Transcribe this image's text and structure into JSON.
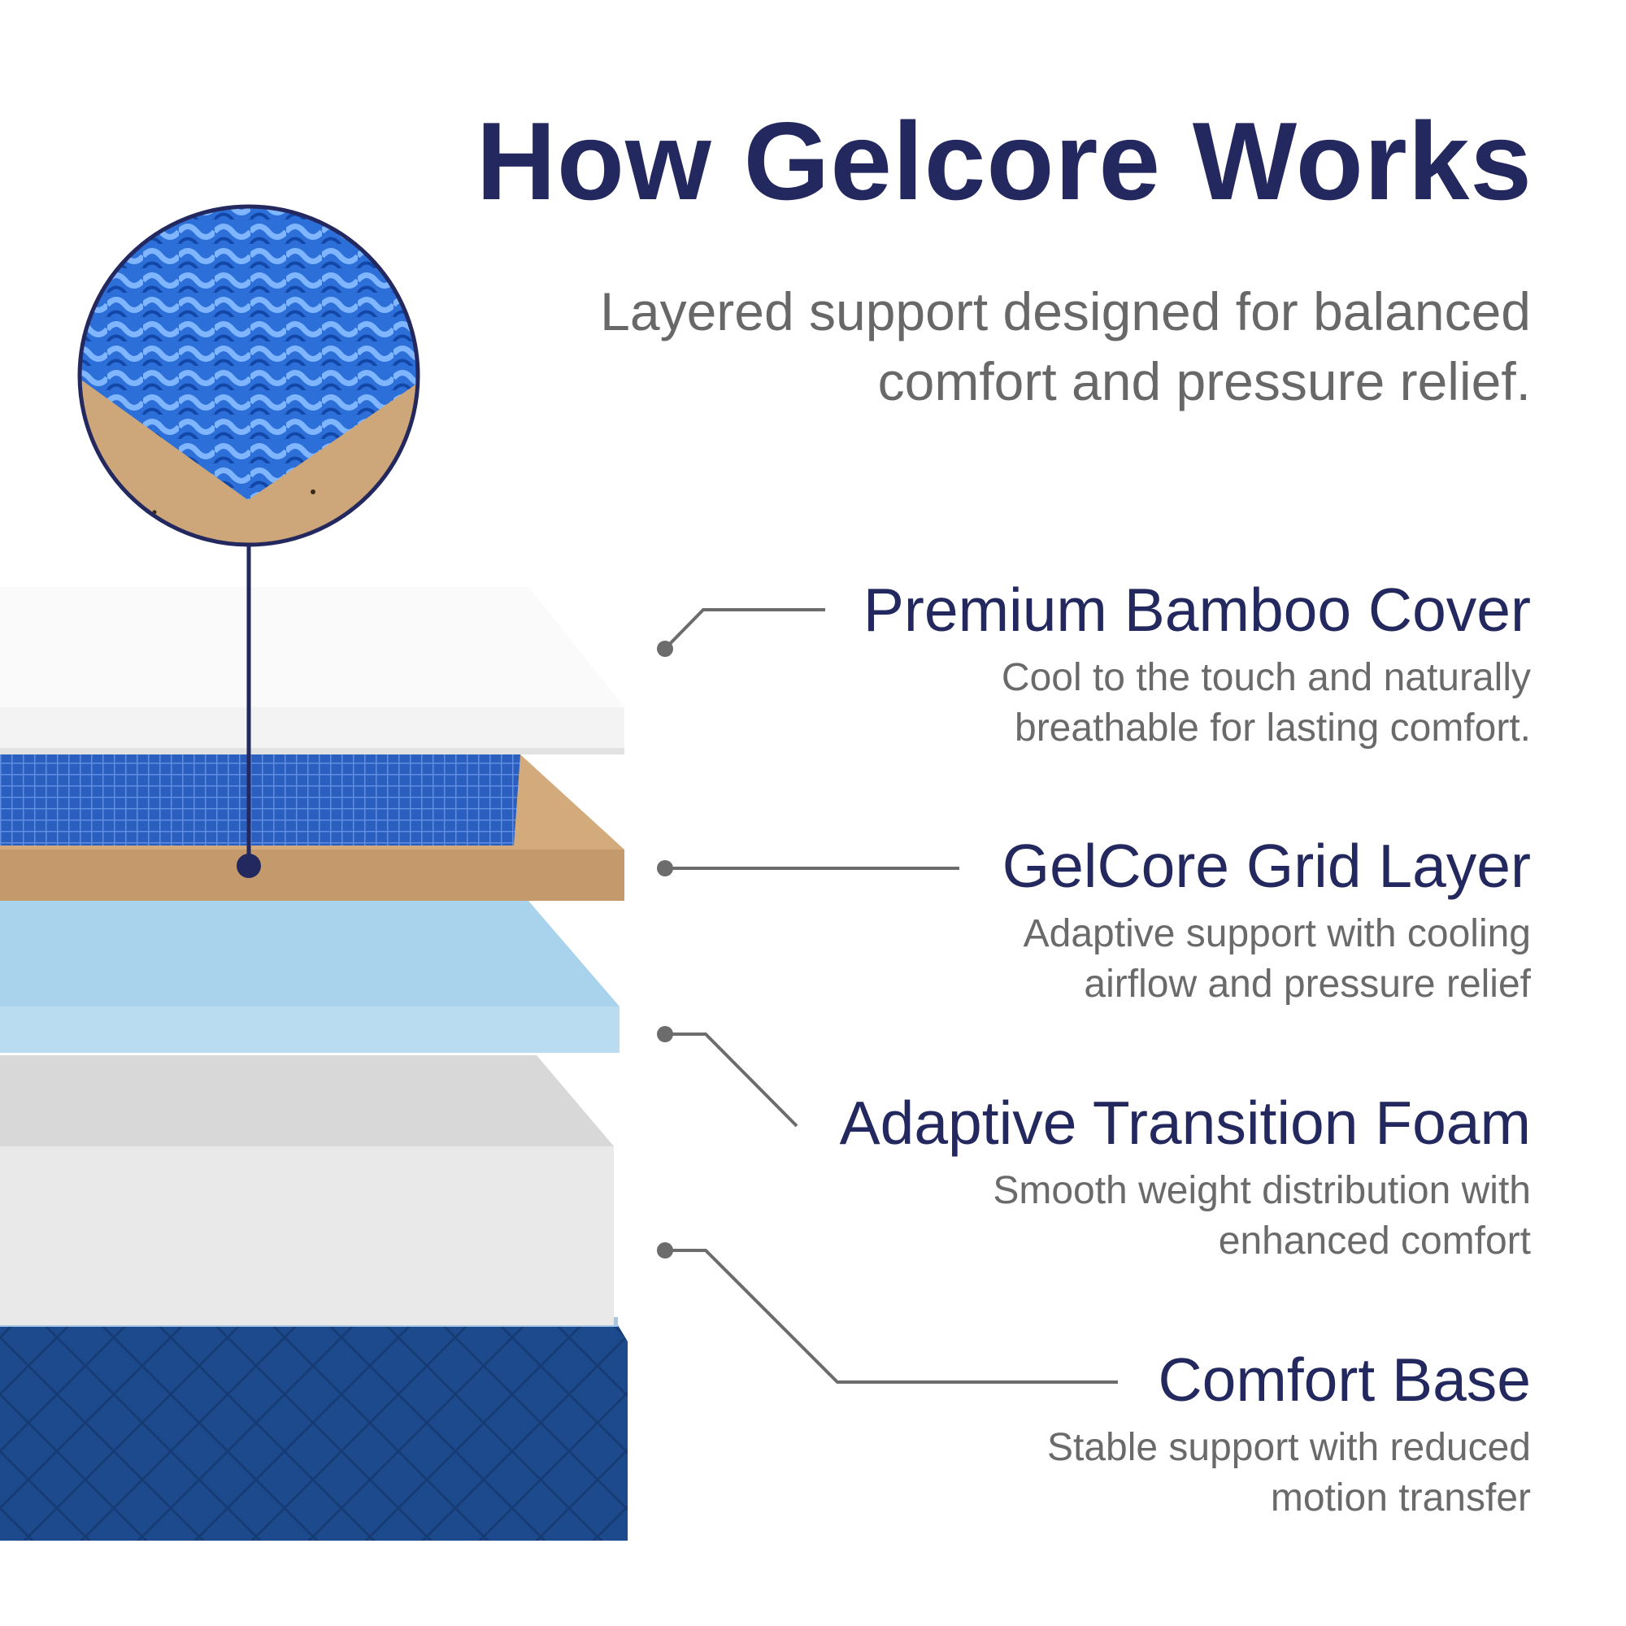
{
  "header": {
    "title": "How Gelcore Works",
    "subtitle": "Layered support designed for balanced comfort and pressure relief."
  },
  "layers": [
    {
      "title": "Premium Bamboo Cover",
      "desc": "Cool to the touch and naturally breathable for lasting comfort."
    },
    {
      "title": "GelCore Grid Layer",
      "desc": "Adaptive support with cooling airflow and pressure relief"
    },
    {
      "title": "Adaptive Transition Foam",
      "desc": "Smooth weight distribution with enhanced comfort"
    },
    {
      "title": "Comfort Base",
      "desc": "Stable support with reduced motion transfer"
    }
  ],
  "colors": {
    "navy": "#23285f",
    "gray_text": "#686868",
    "gel_blue": "#2f6fd6",
    "tan_foam": "#cfa77a",
    "light_blue_foam": "#a9d3ec",
    "base_blue": "#1b4688"
  }
}
